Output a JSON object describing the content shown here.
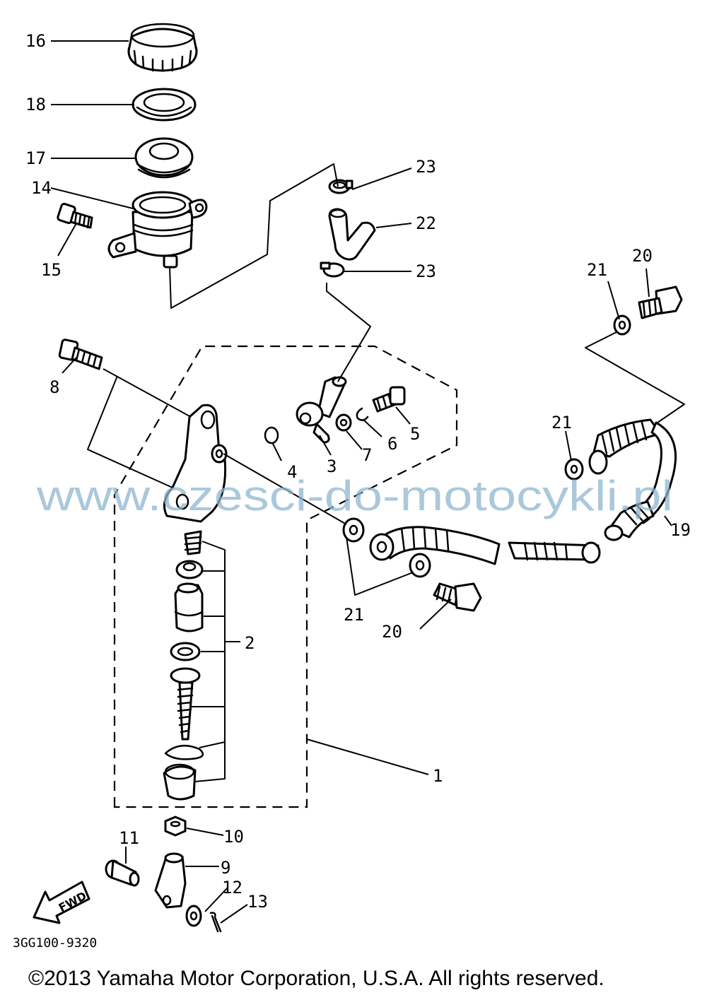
{
  "callouts": {
    "c1": "1",
    "c2": "2",
    "c3": "3",
    "c4": "4",
    "c5": "5",
    "c6": "6",
    "c7": "7",
    "c8": "8",
    "c9": "9",
    "c10": "10",
    "c11": "11",
    "c12": "12",
    "c13": "13",
    "c14": "14",
    "c15": "15",
    "c16": "16",
    "c17": "17",
    "c18": "18",
    "c19": "19",
    "c20a": "20",
    "c20b": "20",
    "c21a": "21",
    "c21b": "21",
    "c21c": "21",
    "c22": "22",
    "c23a": "23",
    "c23b": "23"
  },
  "fwd_label": "FWD",
  "diagram_code": "3GG100-9320",
  "watermark": "www.czesci-do-motocykli.pl",
  "copyright": "©2013 Yamaha Motor Corporation, U.S.A. All rights reserved."
}
